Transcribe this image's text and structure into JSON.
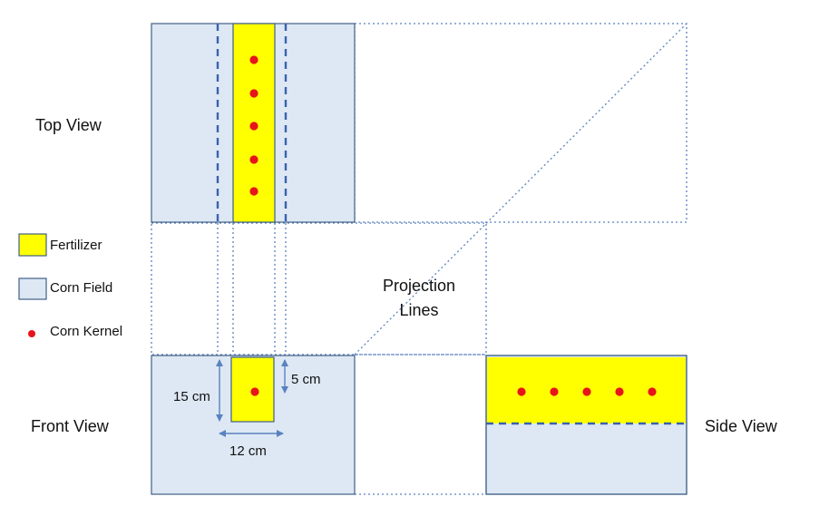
{
  "views": {
    "top": "Top View",
    "front": "Front View",
    "side": "Side View"
  },
  "projection_label": [
    "Projection",
    "Lines"
  ],
  "legend": {
    "fertilizer": "Fertilizer",
    "corn_field": "Corn Field",
    "corn_kernel": "Corn Kernel"
  },
  "dimensions": {
    "height": "15 cm",
    "depth": "5 cm",
    "width": "12 cm"
  },
  "colors": {
    "fertilizer": "#ffff00",
    "corn_field": "#dde8f4",
    "kernel": "#e8141c",
    "lines": "#5b82c0"
  },
  "kernels": {
    "top_view_count": 5,
    "front_view_count": 1,
    "side_view_count": 5
  }
}
